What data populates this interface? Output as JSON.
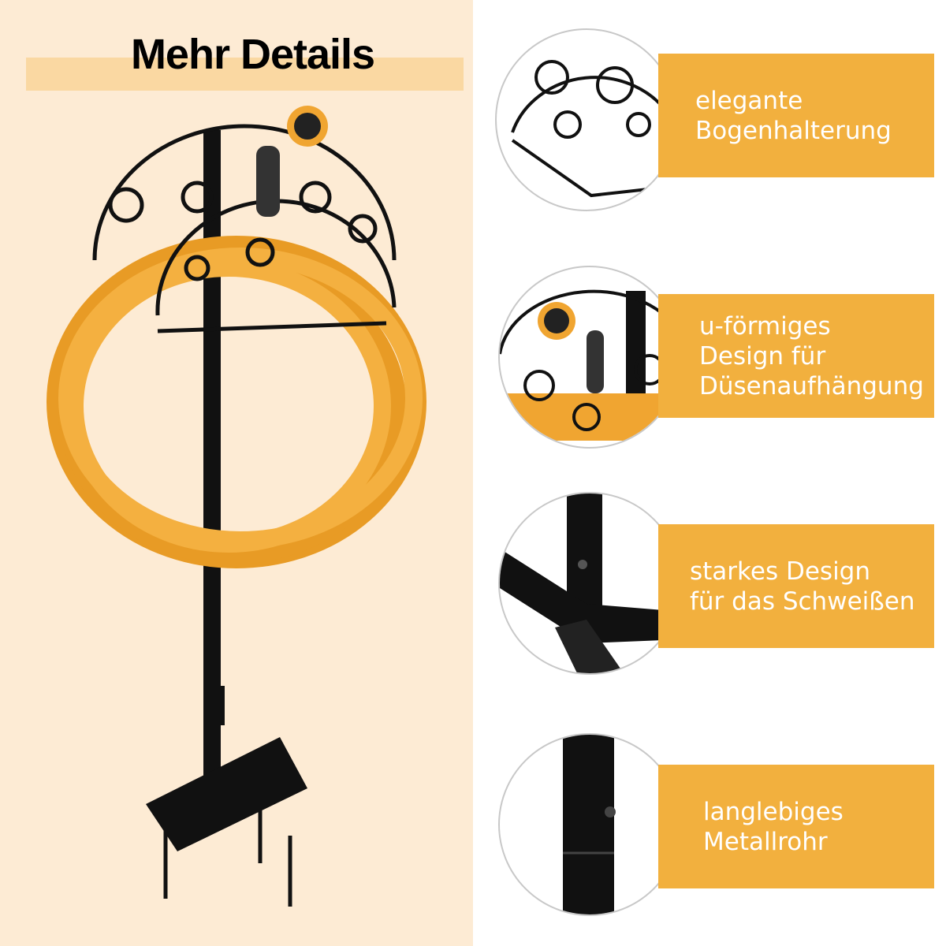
{
  "title": "Mehr Details",
  "features": [
    {
      "label": "elegante\nBogenhalterung"
    },
    {
      "label": "u-förmiges\nDesign für\nDüsenaufhängung"
    },
    {
      "label": "starkes Design\nfür das Schweißen"
    },
    {
      "label": "langlebiges\nMetallrohr"
    }
  ],
  "colors": {
    "banner": "#f2b03e",
    "left_bg": "#fdebd4",
    "hose": "#f0a531"
  }
}
